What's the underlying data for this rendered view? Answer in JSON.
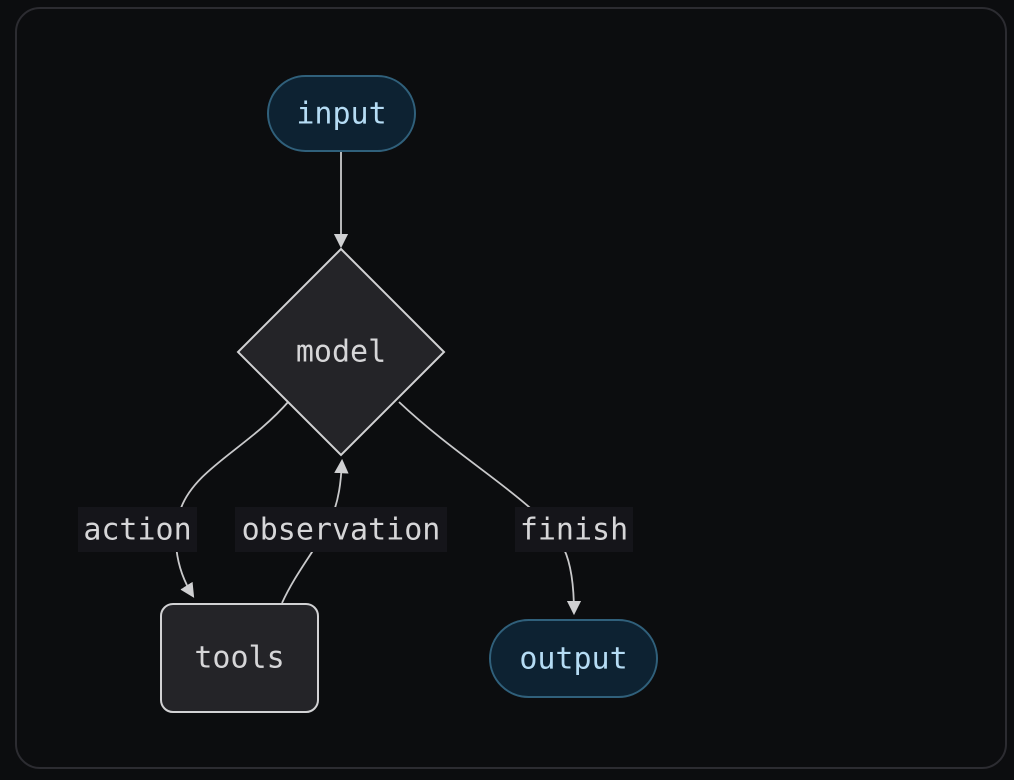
{
  "diagram": {
    "type": "flowchart",
    "direction": "top-down",
    "nodes": {
      "input": {
        "label": "input",
        "shape": "stadium"
      },
      "model": {
        "label": "model",
        "shape": "diamond"
      },
      "tools": {
        "label": "tools",
        "shape": "rounded-rect"
      },
      "output": {
        "label": "output",
        "shape": "stadium"
      }
    },
    "edges": [
      {
        "from": "input",
        "to": "model",
        "label": ""
      },
      {
        "from": "model",
        "to": "tools",
        "label": "action"
      },
      {
        "from": "tools",
        "to": "model",
        "label": "observation"
      },
      {
        "from": "model",
        "to": "output",
        "label": "finish"
      }
    ],
    "colors": {
      "background": "#0c0d0f",
      "frame_border": "#2c2c31",
      "node_fill": "#242428",
      "node_border": "#d2d2d4",
      "terminal_fill": "#0d2232",
      "terminal_border": "#30607b",
      "terminal_text": "#b5dcf4",
      "text": "#d6d6d8",
      "edge": "#c9c9cb",
      "edge_label_bg": "#15151a"
    }
  }
}
